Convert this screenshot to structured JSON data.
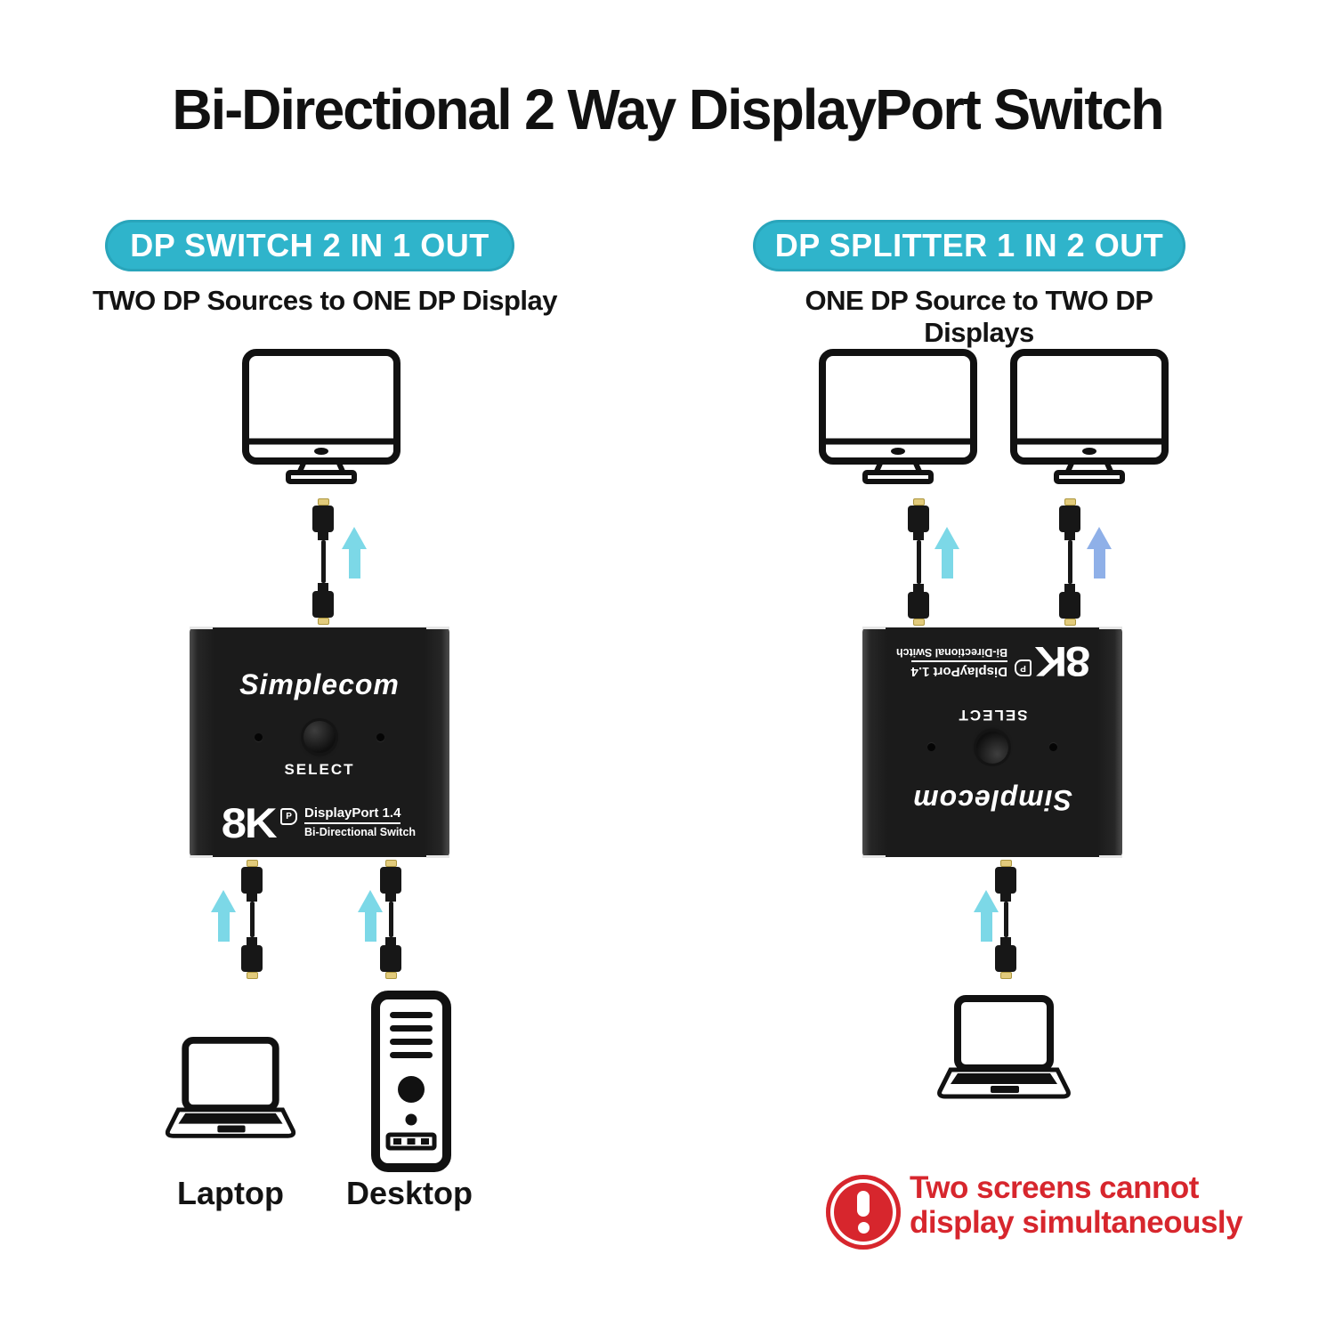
{
  "title": "Bi-Directional 2 Way DisplayPort Switch",
  "colors": {
    "accent_teal": "#2fb4cb",
    "arrow_cyan": "#7cd8e7",
    "arrow_blue": "#8fb0e8",
    "warning_red": "#d7262d"
  },
  "left_panel": {
    "badge": "DP SWITCH 2 IN 1 OUT",
    "subtitle": "TWO DP Sources to ONE DP Display",
    "laptop_label": "Laptop",
    "desktop_label": "Desktop"
  },
  "right_panel": {
    "badge": "DP SPLITTER 1 IN 2 OUT",
    "subtitle": "ONE DP Source to TWO DP Displays",
    "warning": {
      "line1": "Two screens cannot",
      "line2": "display simultaneously"
    }
  },
  "device": {
    "brand": "Simplecom",
    "select_label": "SELECT",
    "resolution": "8K",
    "dp_logo_letter": "P",
    "spec_line1": "DisplayPort 1.4",
    "spec_line2": "Bi-Directional Switch"
  }
}
